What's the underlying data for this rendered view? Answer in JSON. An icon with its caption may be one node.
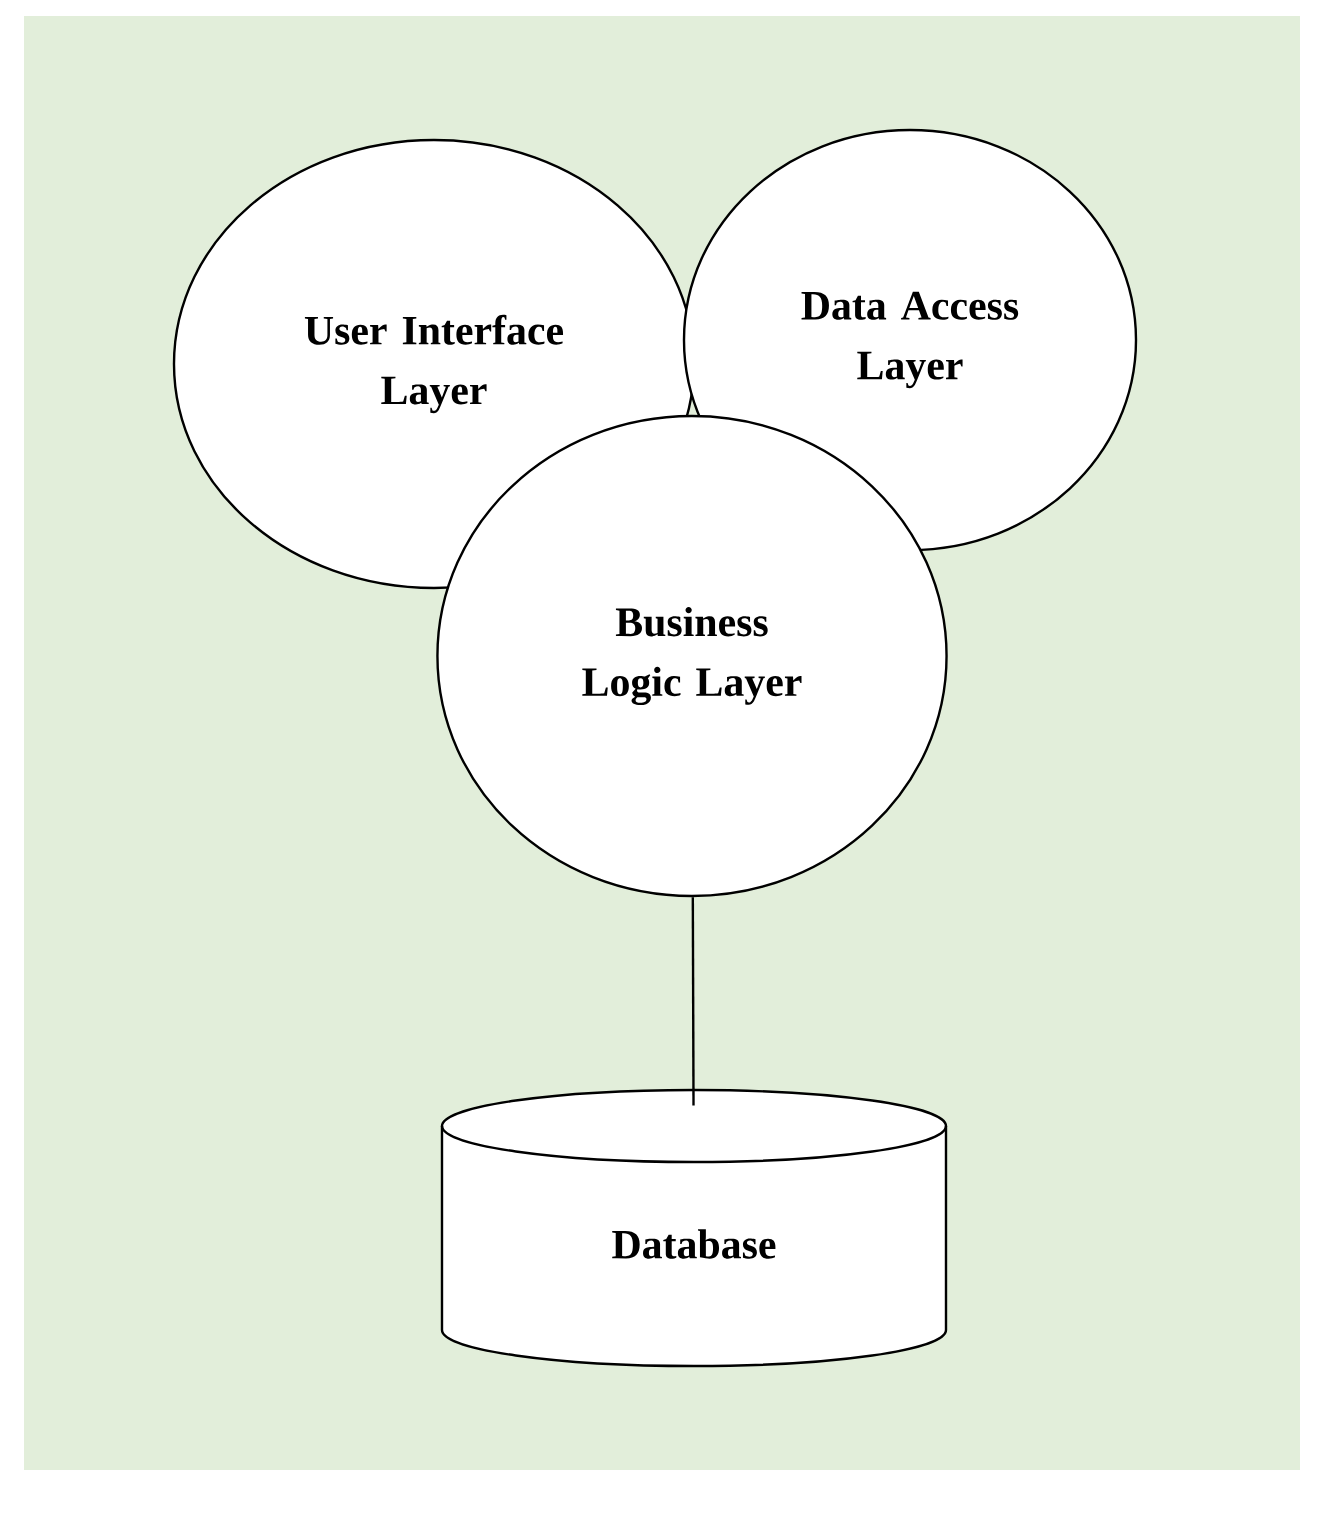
{
  "diagram": {
    "nodes": [
      {
        "text": [
          "User Interface Layer"
        ]
      },
      {
        "text": [
          "Data Access Layer"
        ]
      },
      {
        "text": [
          "Business Logic Layer"
        ]
      },
      {
        "text": [
          "Database"
        ]
      }
    ],
    "edges": [
      {
        "from": 2,
        "to": 3,
        "arrow": "none"
      }
    ]
  }
}
